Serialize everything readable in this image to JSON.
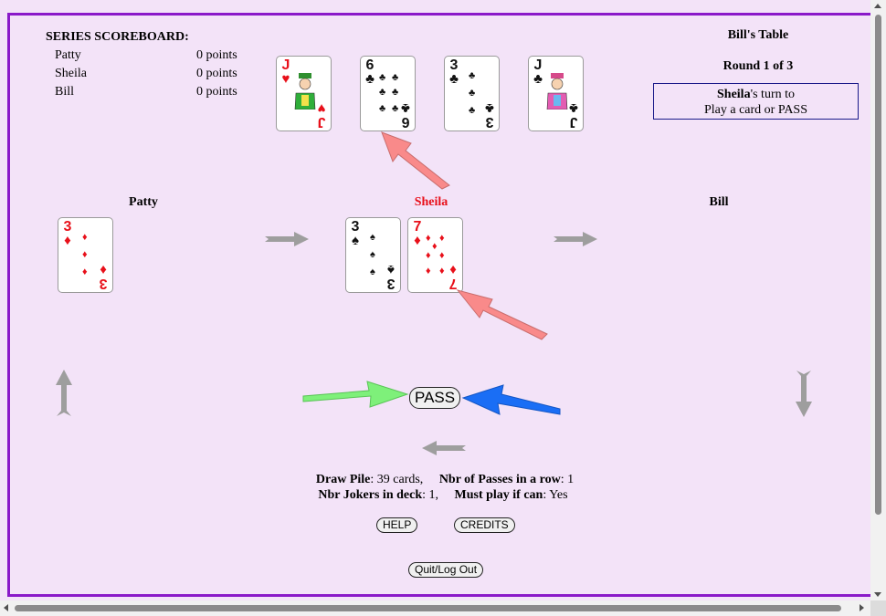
{
  "scoreboard": {
    "title": "SERIES SCOREBOARD:",
    "rows": [
      {
        "name": "Patty",
        "points": "0 points"
      },
      {
        "name": "Sheila",
        "points": "0 points"
      },
      {
        "name": "Bill",
        "points": "0 points"
      }
    ]
  },
  "table": {
    "name": "Bill's Table",
    "round": "Round 1 of 3",
    "turn_player": "Sheila",
    "turn_suffix": "'s turn to",
    "turn_action": "Play a card or PASS"
  },
  "top_cards": [
    {
      "rank": "J",
      "suit": "♥",
      "color": "red"
    },
    {
      "rank": "6",
      "suit": "♣",
      "color": "black"
    },
    {
      "rank": "3",
      "suit": "♣",
      "color": "black"
    },
    {
      "rank": "J",
      "suit": "♣",
      "color": "black"
    }
  ],
  "players": [
    {
      "name": "Patty",
      "color": "#000000",
      "cards": [
        {
          "rank": "3",
          "suit": "♦",
          "color": "red"
        }
      ]
    },
    {
      "name": "Sheila",
      "color": "#e8101a",
      "cards": [
        {
          "rank": "3",
          "suit": "♠",
          "color": "black"
        },
        {
          "rank": "7",
          "suit": "♦",
          "color": "red"
        }
      ]
    },
    {
      "name": "Bill",
      "color": "#000000",
      "cards": []
    }
  ],
  "controls": {
    "pass": "PASS",
    "help": "HELP",
    "credits": "CREDITS",
    "quit": "Quit/Log Out"
  },
  "stats": {
    "draw_pile_label": "Draw Pile",
    "draw_pile_value": ": 39 cards,",
    "passes_label": "Nbr of Passes in a row",
    "passes_value": ": 1",
    "jokers_label": "Nbr Jokers in deck",
    "jokers_value": ": 1,",
    "must_play_label": "Must play if can",
    "must_play_value": ": Yes"
  },
  "colors": {
    "background": "#f3e3f8",
    "frame": "#8a19c9",
    "annotation_red": "#f98a8a",
    "annotation_green": "#7ef07a",
    "annotation_blue": "#1a6ef5",
    "direction_arrow": "#9e9e9e"
  }
}
